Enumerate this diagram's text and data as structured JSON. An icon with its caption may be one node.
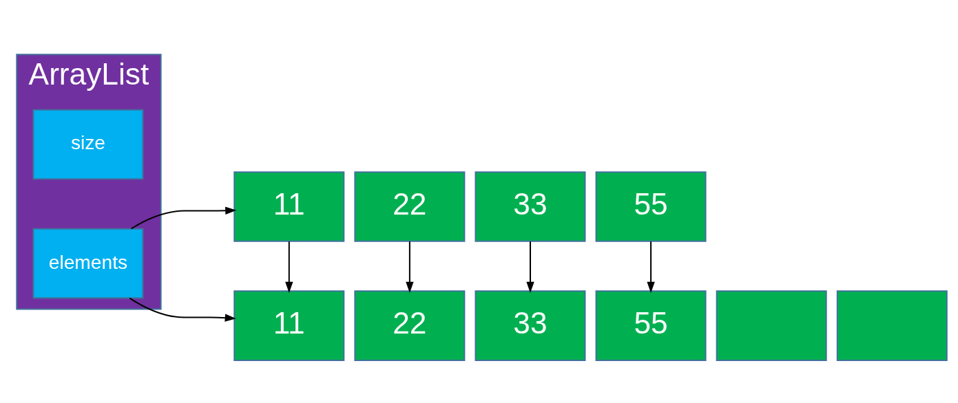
{
  "diagram": {
    "nodes": [
      {
        "text": [
          "ArrayList"
        ]
      },
      {
        "text": [
          "size"
        ],
        "in": 0
      },
      {
        "text": [
          "elements"
        ],
        "in": 0
      },
      {
        "text": [
          "11"
        ]
      },
      {
        "text": [
          "22"
        ]
      },
      {
        "text": [
          "33"
        ]
      },
      {
        "text": [
          "55"
        ]
      },
      {
        "text": [
          "11"
        ]
      },
      {
        "text": [
          "22"
        ]
      },
      {
        "text": [
          "33"
        ]
      },
      {
        "text": [
          "55"
        ]
      },
      {
        "text": [],
        "shape": "box"
      },
      {
        "text": [],
        "shape": "box"
      }
    ],
    "edges": [
      {
        "from": 2,
        "to": 3,
        "arrow": "to"
      },
      {
        "from": 2,
        "to": 7,
        "arrow": "to"
      },
      {
        "from": 3,
        "to": 7,
        "arrow": "to"
      },
      {
        "from": 4,
        "to": 8,
        "arrow": "to"
      },
      {
        "from": 5,
        "to": 9,
        "arrow": "to"
      },
      {
        "from": 6,
        "to": 10,
        "arrow": "to"
      }
    ]
  }
}
